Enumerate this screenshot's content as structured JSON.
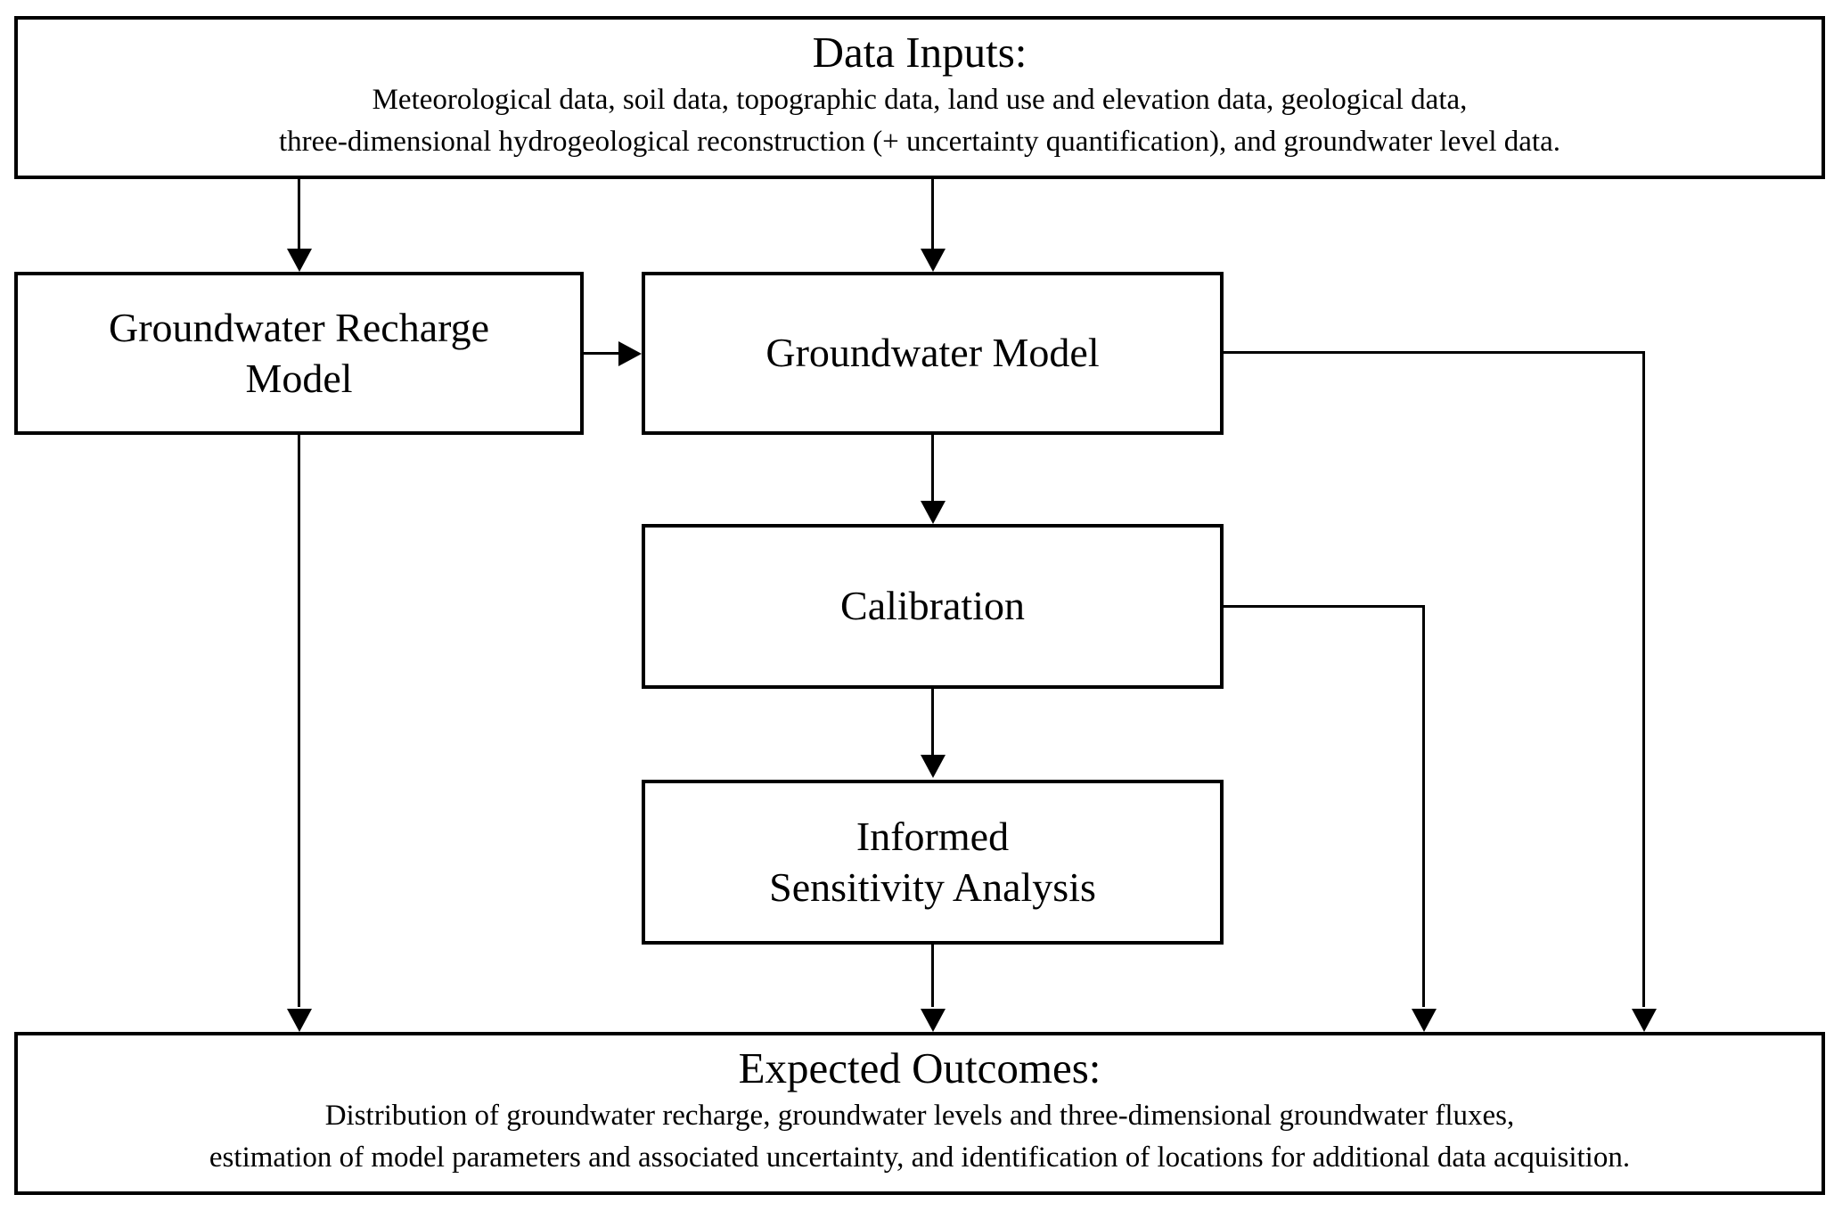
{
  "diagram": {
    "title": "Groundwater modelling workflow flowchart",
    "background_color": "#ffffff",
    "stroke_color": "#000000"
  },
  "nodes": {
    "data_inputs": {
      "title": "Data Inputs:",
      "line1": "Meteorological data, soil data, topographic data, land use and elevation data, geological data,",
      "line2": "three-dimensional hydrogeological reconstruction (+ uncertainty quantification), and groundwater level data."
    },
    "recharge_model": {
      "line1": "Groundwater Recharge",
      "line2": "Model"
    },
    "groundwater_model": {
      "line1": "Groundwater Model"
    },
    "calibration": {
      "line1": "Calibration"
    },
    "sensitivity": {
      "line1": "Informed",
      "line2": "Sensitivity Analysis"
    },
    "expected_outcomes": {
      "title": "Expected Outcomes:",
      "line1": "Distribution of groundwater recharge, groundwater levels and three-dimensional groundwater fluxes,",
      "line2": "estimation of model parameters and associated uncertainty, and identification of locations for additional data acquisition."
    }
  },
  "edges": [
    {
      "id": "data-inputs-to-recharge-model",
      "from": "data_inputs",
      "to": "recharge_model",
      "style": "straight-down-arrow"
    },
    {
      "id": "data-inputs-to-groundwater-model",
      "from": "data_inputs",
      "to": "groundwater_model",
      "style": "straight-down-arrow"
    },
    {
      "id": "recharge-model-to-groundwater-model",
      "from": "recharge_model",
      "to": "groundwater_model",
      "style": "straight-right-arrow"
    },
    {
      "id": "recharge-model-to-expected-outcomes",
      "from": "recharge_model",
      "to": "expected_outcomes",
      "style": "straight-down-arrow"
    },
    {
      "id": "groundwater-model-to-calibration",
      "from": "groundwater_model",
      "to": "calibration",
      "style": "straight-down-arrow"
    },
    {
      "id": "groundwater-model-to-expected-outcomes",
      "from": "groundwater_model",
      "to": "expected_outcomes",
      "style": "elbow-right-down-arrow"
    },
    {
      "id": "calibration-to-sensitivity",
      "from": "calibration",
      "to": "sensitivity",
      "style": "straight-down-arrow"
    },
    {
      "id": "calibration-to-expected-outcomes",
      "from": "calibration",
      "to": "expected_outcomes",
      "style": "elbow-right-down-arrow"
    },
    {
      "id": "sensitivity-to-expected-outcomes",
      "from": "sensitivity",
      "to": "expected_outcomes",
      "style": "straight-down-arrow"
    }
  ]
}
